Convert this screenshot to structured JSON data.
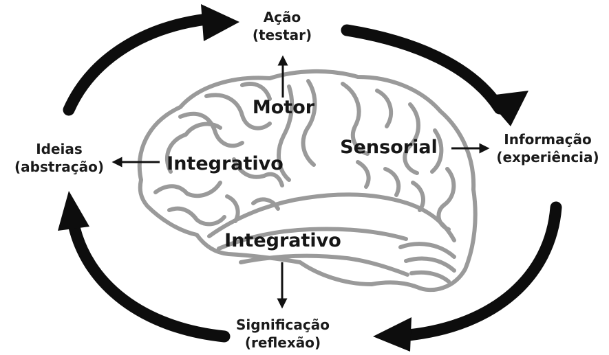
{
  "cycle": {
    "top": {
      "line1": "Ação",
      "line2": "(testar)"
    },
    "right": {
      "line1": "Informação",
      "line2": "(experiência)"
    },
    "bottom": {
      "line1": "Significação",
      "line2": "(reflexão)"
    },
    "left": {
      "line1": "Ideias",
      "line2": "(abstração)"
    }
  },
  "brain_regions": {
    "motor": "Motor",
    "sensorial": "Sensorial",
    "integrativo_front": "Integrativo",
    "integrativo_temporal": "Integrativo"
  },
  "colors": {
    "arrow": "#0d0d0d",
    "brain_outline": "#9a9a9a",
    "text": "#1a1a1a"
  }
}
